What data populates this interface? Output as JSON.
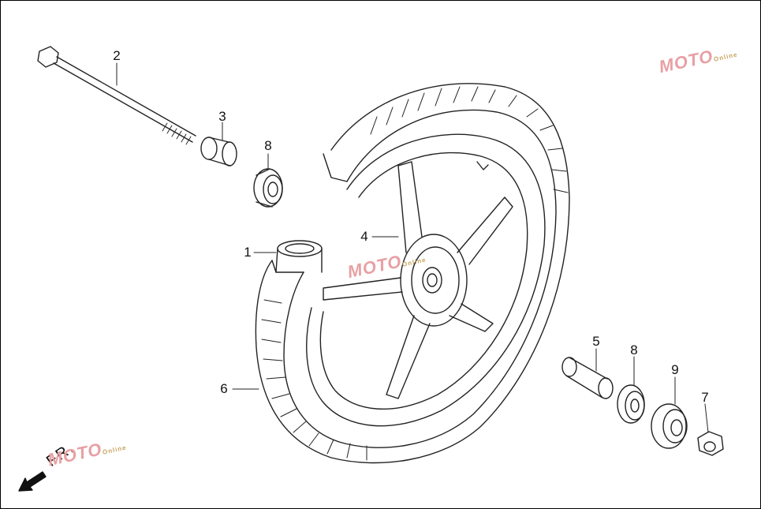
{
  "callouts": [
    {
      "id": "1",
      "label": "1"
    },
    {
      "id": "2",
      "label": "2"
    },
    {
      "id": "3",
      "label": "3"
    },
    {
      "id": "8a",
      "label": "8"
    },
    {
      "id": "4",
      "label": "4"
    },
    {
      "id": "5",
      "label": "5"
    },
    {
      "id": "8b",
      "label": "8"
    },
    {
      "id": "9",
      "label": "9"
    },
    {
      "id": "6",
      "label": "6"
    },
    {
      "id": "7",
      "label": "7"
    }
  ],
  "direction": {
    "label": "FR."
  },
  "watermark": {
    "text": "MOTO",
    "sub": "Online"
  },
  "colors": {
    "line": "#222222",
    "watermark": "#e8a0a4"
  }
}
